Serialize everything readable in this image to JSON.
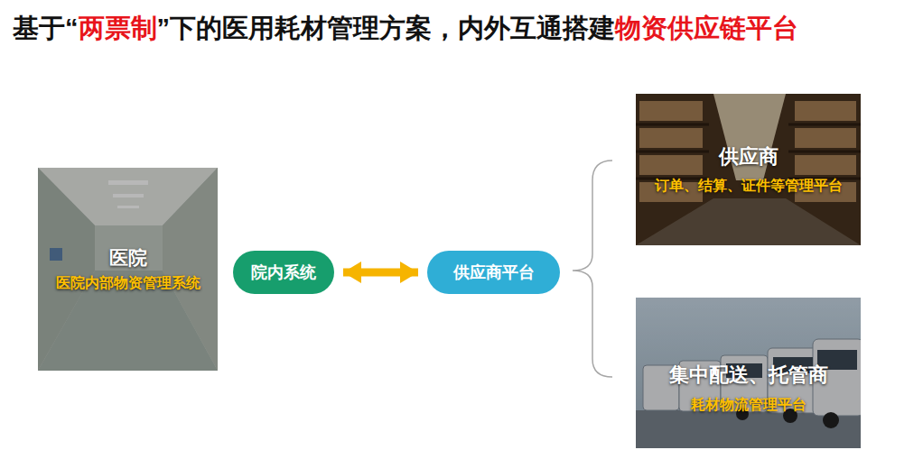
{
  "diagram": {
    "title": "基于“两票制”下的医用耗材管理方案，内外互通搭建物资供应链平台",
    "nodes": [
      {
        "text": [
          "医院",
          "医院内部物资管理系统"
        ]
      },
      {
        "text": [
          "院内系统"
        ]
      },
      {
        "text": [
          "供应商平台"
        ]
      },
      {
        "text": [
          "供应商",
          "订单、结算、证件等管理平台"
        ]
      },
      {
        "text": [
          "集中配送、托管商",
          "耗材物流管理平台"
        ]
      }
    ],
    "edges": [
      {
        "from": 1,
        "to": 2,
        "arrow": "both"
      }
    ]
  }
}
